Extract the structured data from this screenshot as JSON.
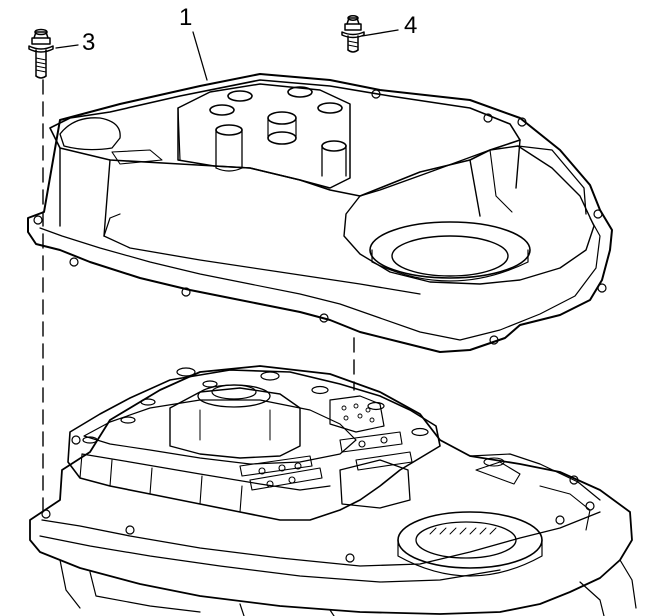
{
  "callouts": {
    "cover": "1",
    "bolt_long": "3",
    "bolt_short": "4"
  },
  "colors": {
    "ink": "#000000",
    "paper": "#ffffff"
  }
}
